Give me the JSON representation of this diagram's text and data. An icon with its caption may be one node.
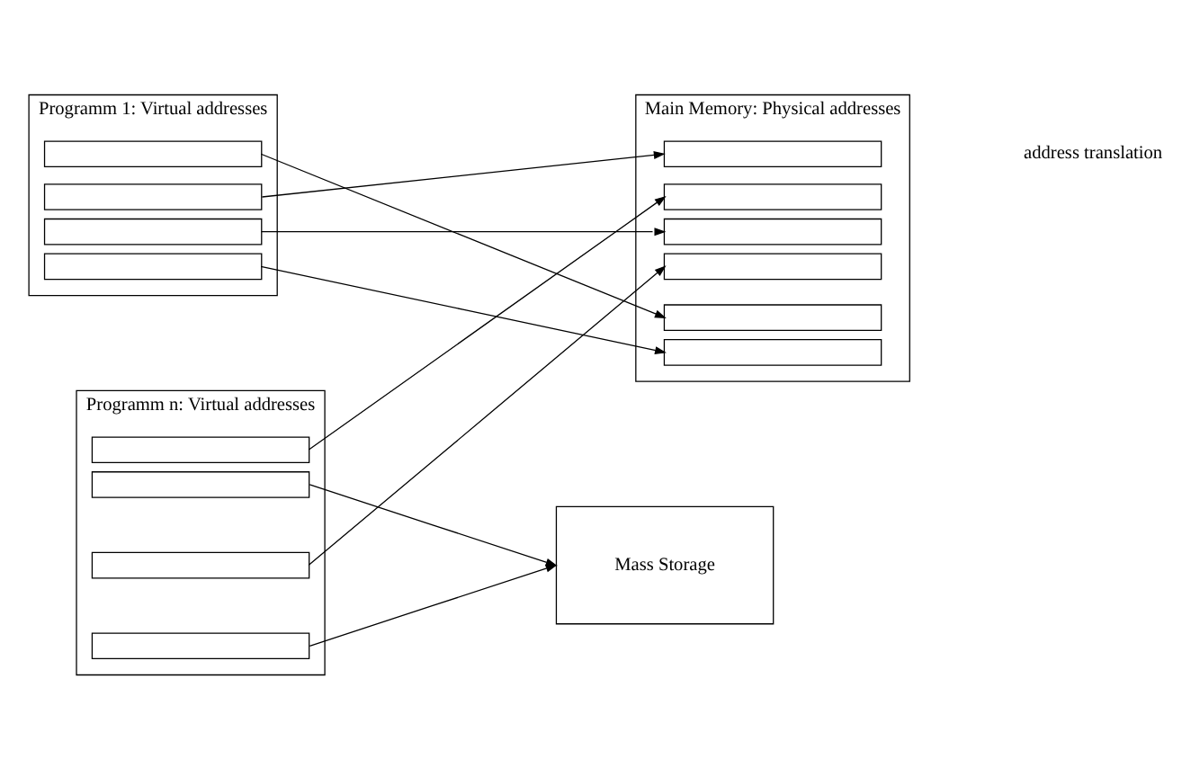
{
  "diagram": {
    "nodes": [
      {
        "text": [
          "Programm 1: Virtual addresses"
        ]
      },
      {
        "text": [],
        "shape": "box",
        "in": 0
      },
      {
        "text": [],
        "shape": "box",
        "in": 0
      },
      {
        "text": [],
        "shape": "box",
        "in": 0
      },
      {
        "text": [],
        "shape": "box",
        "in": 0
      },
      {
        "text": [
          "Programm n: Virtual addresses"
        ]
      },
      {
        "text": [],
        "shape": "box",
        "in": 5
      },
      {
        "text": [],
        "shape": "box",
        "in": 5
      },
      {
        "text": [],
        "shape": "box",
        "in": 5
      },
      {
        "text": [],
        "shape": "box",
        "in": 5
      },
      {
        "text": [
          "Main Memory: Physical addresses"
        ]
      },
      {
        "text": [],
        "shape": "box",
        "in": 10
      },
      {
        "text": [],
        "shape": "box",
        "in": 10
      },
      {
        "text": [],
        "shape": "box",
        "in": 10
      },
      {
        "text": [],
        "shape": "box",
        "in": 10
      },
      {
        "text": [],
        "shape": "box",
        "in": 10
      },
      {
        "text": [],
        "shape": "box",
        "in": 10
      },
      {
        "text": [
          "Mass Storage"
        ]
      }
    ],
    "edges": [
      {
        "from": 1,
        "to": 15,
        "arrow": "to"
      },
      {
        "from": 2,
        "to": 11,
        "arrow": "to"
      },
      {
        "from": 3,
        "to": 13,
        "arrow": "to"
      },
      {
        "from": 4,
        "to": 16,
        "arrow": "to"
      },
      {
        "from": 6,
        "to": 12,
        "arrow": "to"
      },
      {
        "from": 7,
        "to": 17,
        "arrow": "to"
      },
      {
        "from": 8,
        "to": 14,
        "arrow": "to"
      },
      {
        "from": 9,
        "to": 17,
        "arrow": "to"
      }
    ],
    "labels": [
      "address translation"
    ]
  }
}
